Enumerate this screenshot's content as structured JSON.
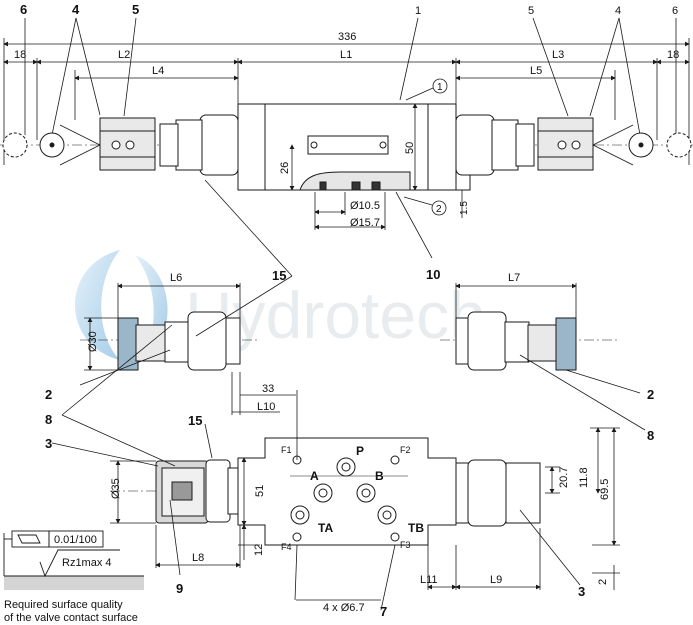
{
  "callouts": {
    "c1": "1",
    "c2": "2",
    "c3": "3",
    "c4": "4",
    "c5": "5",
    "c6": "6",
    "c7": "7",
    "c8": "8",
    "c9": "9",
    "c10": "10",
    "c15": "15",
    "circled1": "1",
    "circled2": "2"
  },
  "dimensions": {
    "total": "336",
    "end_18": "18",
    "L1": "L1",
    "L2": "L2",
    "L3": "L3",
    "L4": "L4",
    "L5": "L5",
    "L6": "L6",
    "L7": "L7",
    "L8": "L8",
    "L9": "L9",
    "L10": "L10",
    "L11": "L11",
    "h50": "50",
    "h26": "26",
    "d10_5": "Ø10.5",
    "d15_7": "Ø15.7",
    "t1_5": "1.5",
    "d30": "Ø30",
    "d35": "Ø35",
    "d33": "33",
    "h51": "51",
    "h12": "12",
    "h20_7": "20.7",
    "h11_8": "11.8",
    "h69_5": "69.5",
    "h2": "2",
    "holes": "4 x Ø6.7"
  },
  "ports": {
    "P": "P",
    "A": "A",
    "B": "B",
    "TA": "TA",
    "TB": "TB",
    "F1": "F1",
    "F2": "F2",
    "F3": "F3",
    "F4": "F4"
  },
  "surface": {
    "flatness": "0.01/100",
    "roughness": "Rz1max 4",
    "caption_line1": "Required surface quality",
    "caption_line2": "of the valve contact surface"
  },
  "watermark": "Hydrotech",
  "colors": {
    "line": "#1a1a1a",
    "watermark_blue": "#7fb7dd",
    "watermark_gray": "#b9c0c7",
    "fill_gray": "#cfcfcf"
  }
}
